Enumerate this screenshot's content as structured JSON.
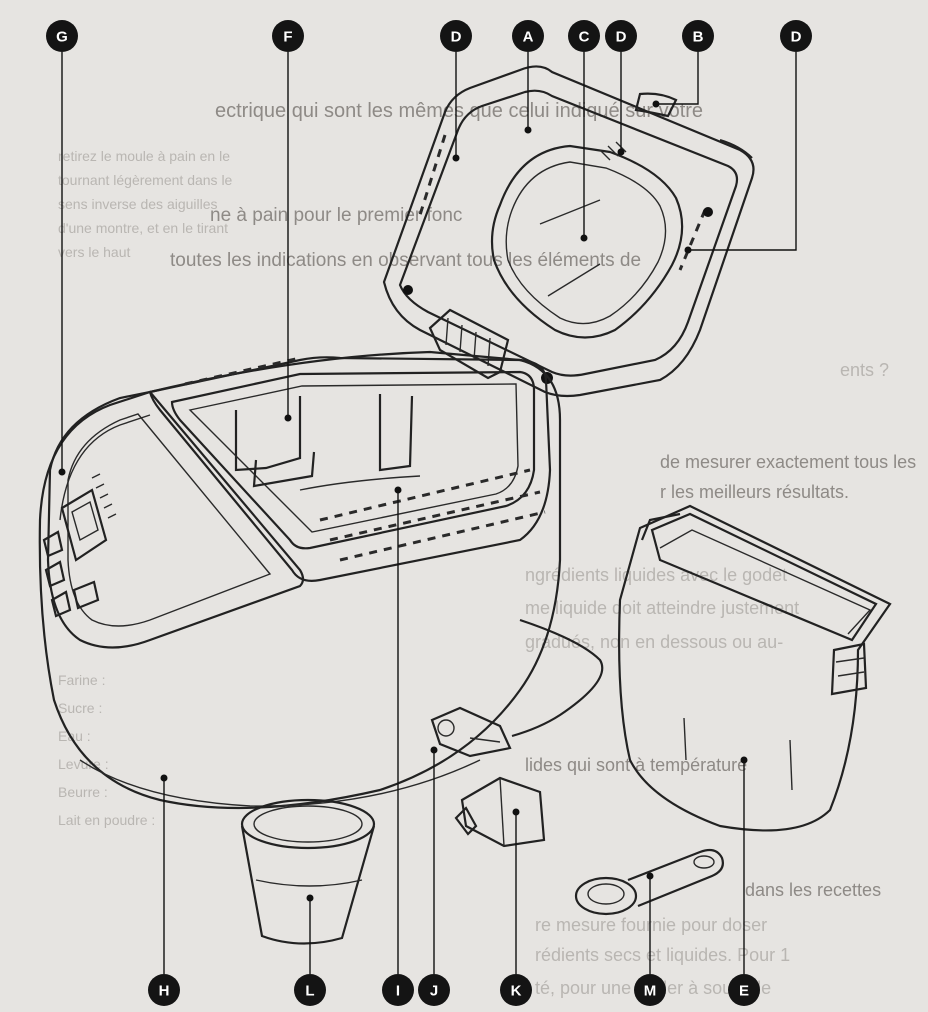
{
  "labels": [
    {
      "id": "G",
      "letter": "G"
    },
    {
      "id": "F",
      "letter": "F"
    },
    {
      "id": "D1",
      "letter": "D"
    },
    {
      "id": "A",
      "letter": "A"
    },
    {
      "id": "C",
      "letter": "C"
    },
    {
      "id": "D2",
      "letter": "D"
    },
    {
      "id": "B",
      "letter": "B"
    },
    {
      "id": "D3",
      "letter": "D"
    },
    {
      "id": "H",
      "letter": "H"
    },
    {
      "id": "L",
      "letter": "L"
    },
    {
      "id": "I",
      "letter": "I"
    },
    {
      "id": "J",
      "letter": "J"
    },
    {
      "id": "K",
      "letter": "K"
    },
    {
      "id": "M",
      "letter": "M"
    },
    {
      "id": "E",
      "letter": "E"
    }
  ],
  "background_text": {
    "line1": "ectrique qui sont les mêmes que celui indiqué sur votre",
    "line2": "ne à pain pour le premier fonc",
    "line3": "toutes les indications en observant tous les éléments de",
    "line4": "ents ?",
    "line5": "de mesurer exactement tous les",
    "line6": "r les meilleurs résultats.",
    "line7": "ngrédients liquides avec le godet",
    "line8": "me liquide doit atteindre justement",
    "line9": "gradués, non en dessous ou au-",
    "line10": "lides qui sont à température",
    "line11": "dans les recettes",
    "line12": "re mesure fournie pour doser",
    "line13": "rédients secs et liquides. Pour 1",
    "line14": "té, pour une cuiller à soupe le",
    "left1": "retirez le moule à pain en le",
    "left2": "tournant légèrement dans le",
    "left3": "sens inverse des aiguilles",
    "left4": "d'une montre, et en le tirant",
    "left5": "vers le haut",
    "left6": "Farine :",
    "left7": "Sucre :",
    "left8": "Eau :",
    "left9": "Levure :",
    "left10": "Beurre :",
    "left11": "Lait en poudre :"
  }
}
